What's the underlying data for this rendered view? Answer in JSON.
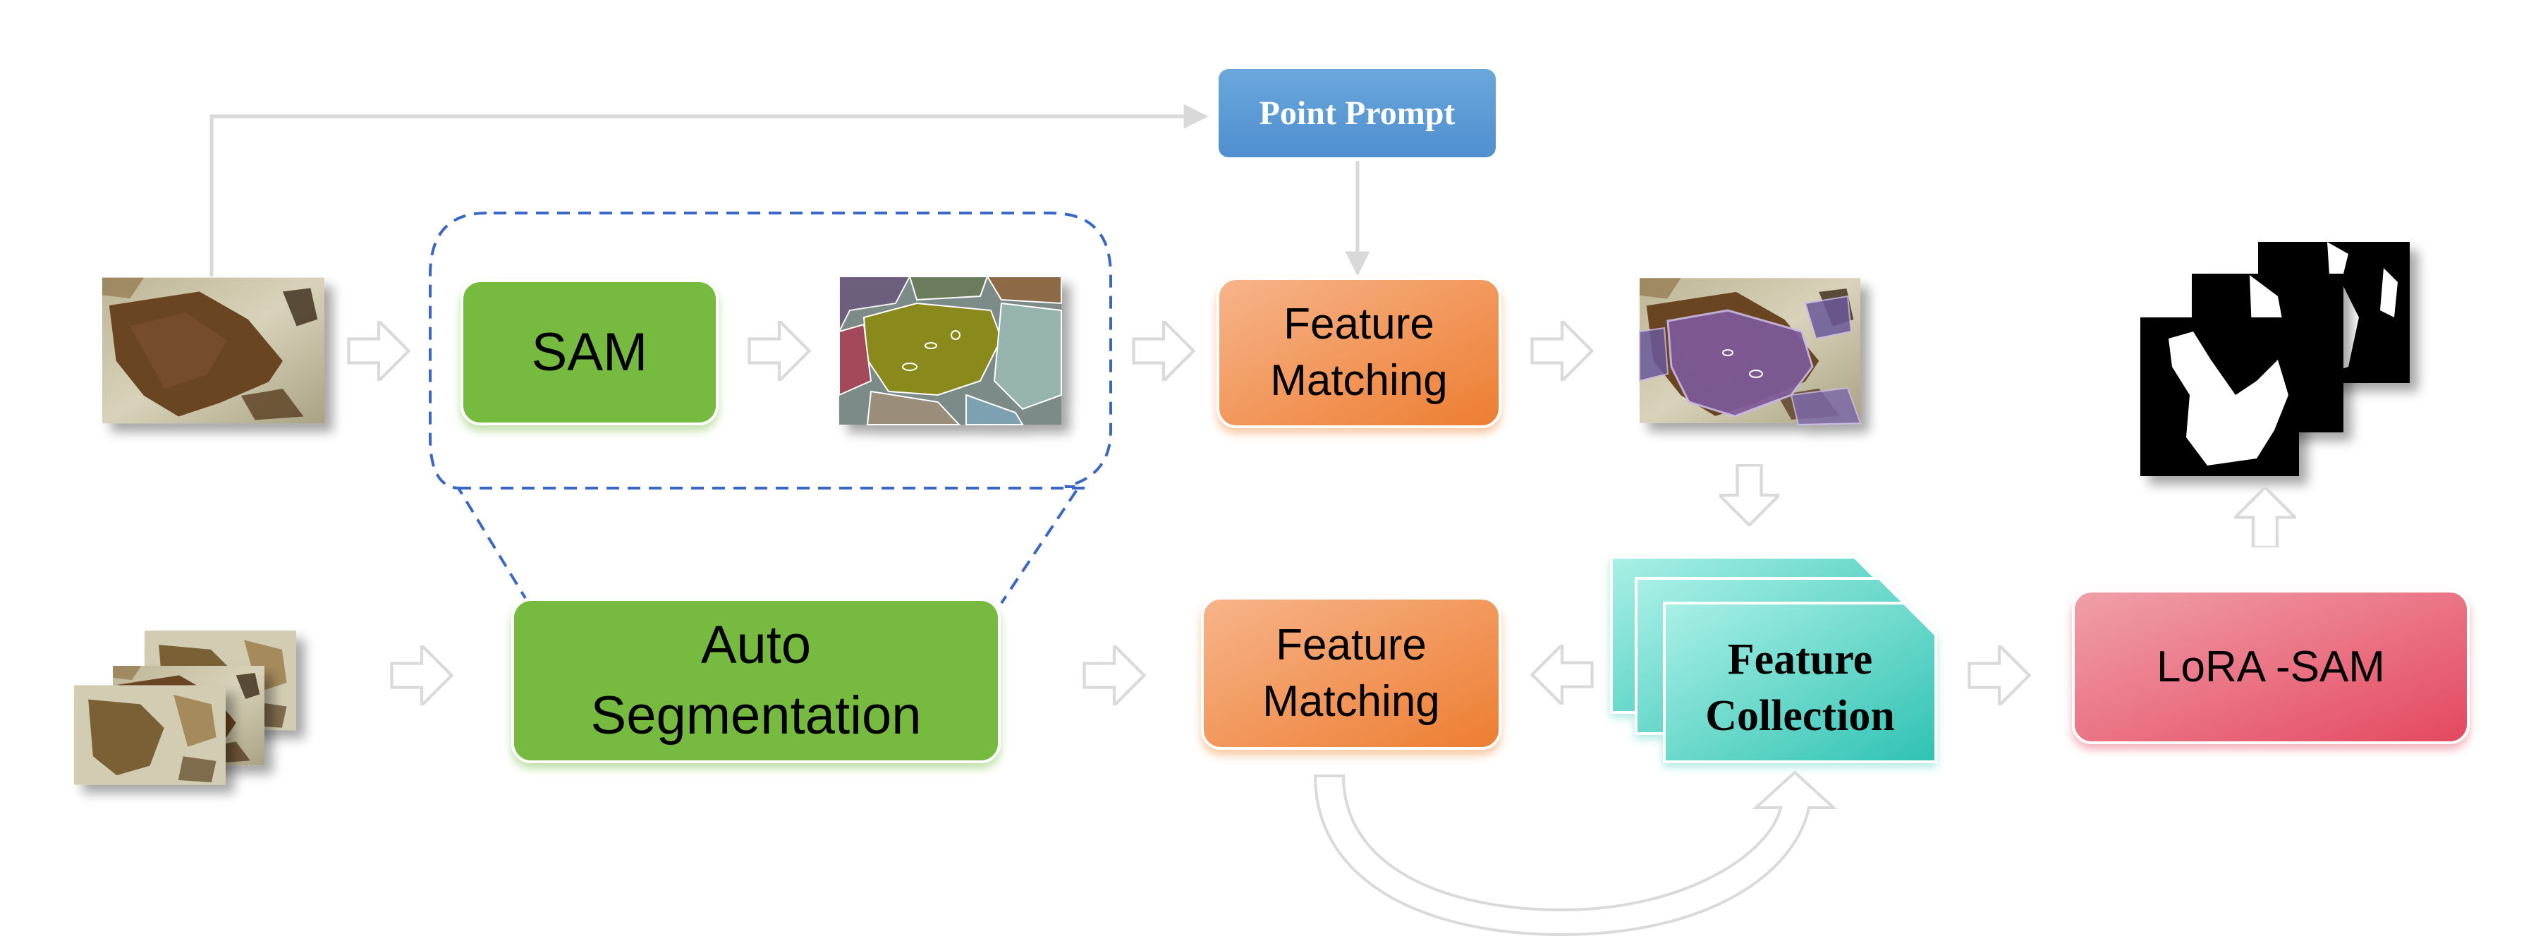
{
  "colors": {
    "green_box": "#76bb40",
    "orange_box": "#f08a3e",
    "blue_prompt": "#5b9bd5",
    "teal_feature": "#3ecdbd",
    "pink_lora": "#e7566d",
    "dashed_outline": "#3a66c5",
    "connector": "#d9d9d9",
    "mineral_dark": "#6b4422",
    "rock_light": "#cfc9ae"
  },
  "point_prompt": {
    "label": "Point Prompt"
  },
  "sam": {
    "label": "SAM"
  },
  "auto_segmentation": {
    "line1": "Auto",
    "line2": "Segmentation"
  },
  "feature_matching_top": {
    "line1": "Feature",
    "line2": "Matching"
  },
  "feature_matching_bottom": {
    "line1": "Feature",
    "line2": "Matching"
  },
  "feature_collection": {
    "line1": "Feature",
    "line2": "Collection"
  },
  "lora_sam": {
    "label": "LoRA -SAM"
  }
}
